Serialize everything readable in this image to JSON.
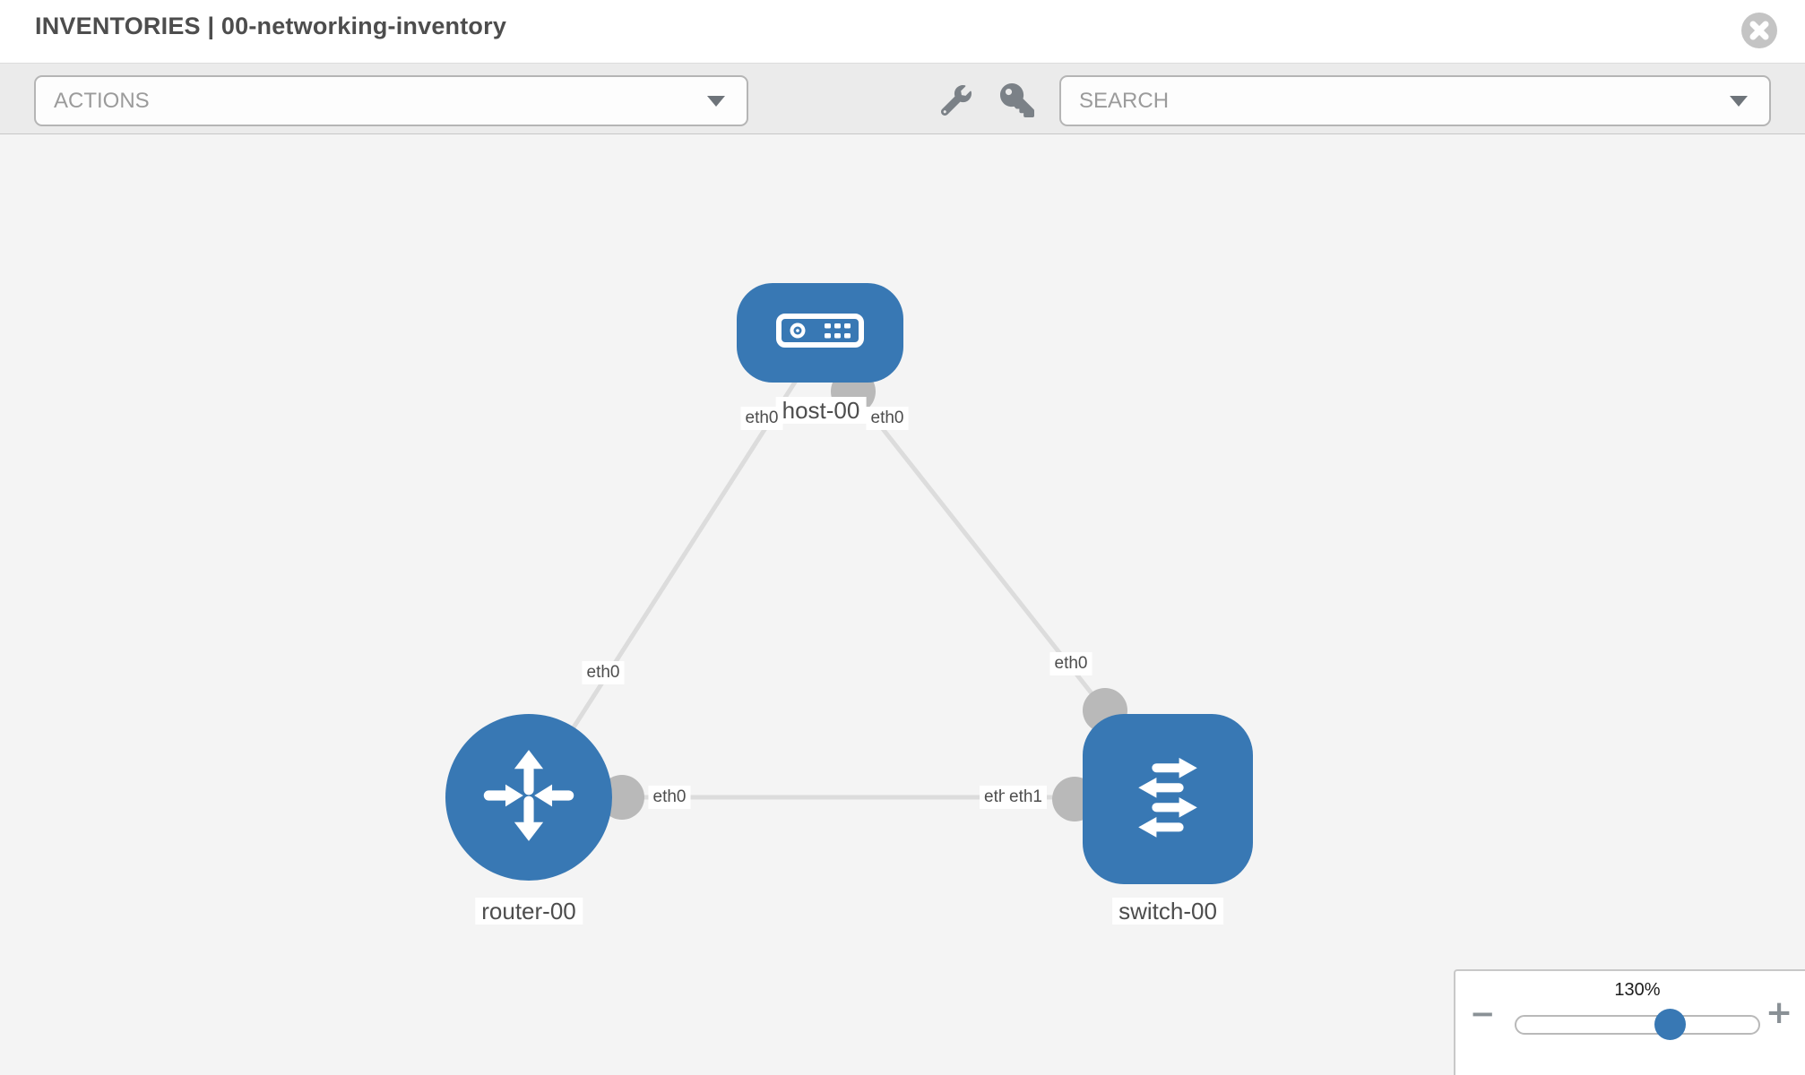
{
  "colors": {
    "node_blue": "#3878b4",
    "link_gray": "#dcdcdc",
    "connector_gray": "#b9b9b9",
    "toolbar_bg": "#ebebeb",
    "canvas_bg": "#f4f4f4",
    "icon_gray": "#7b8187"
  },
  "header": {
    "title": "INVENTORIES | 00-networking-inventory",
    "close_icon": "x-circle"
  },
  "toolbar": {
    "actions_label": "ACTIONS",
    "search_label": "SEARCH",
    "tool_icons": [
      "wrench",
      "key"
    ]
  },
  "topology": {
    "nodes": {
      "host": {
        "label": "host-00",
        "type": "host",
        "icon": "server"
      },
      "router": {
        "label": "router-00",
        "type": "router",
        "icon": "router-arrows"
      },
      "switch": {
        "label": "switch-00",
        "type": "switch",
        "icon": "switch-arrows"
      }
    },
    "links": [
      {
        "from": "host-00",
        "to": "router-00",
        "from_iface": "eth0",
        "to_iface": "eth0"
      },
      {
        "from": "host-00",
        "to": "switch-00",
        "from_iface": "eth0",
        "to_iface": "eth0"
      },
      {
        "from": "router-00",
        "to": "switch-00",
        "from_iface": "eth0",
        "to_iface": "eth1"
      }
    ],
    "iface_labels": {
      "host_left": "eth0",
      "host_right": "eth0",
      "router_link": "eth0",
      "switch_link": "eth0",
      "rs_left": "eth0",
      "rs_right_under": "eth0",
      "rs_right_over": "eth1"
    }
  },
  "zoom_control": {
    "value": "130%",
    "minus_label": "−",
    "plus_label": "+"
  }
}
